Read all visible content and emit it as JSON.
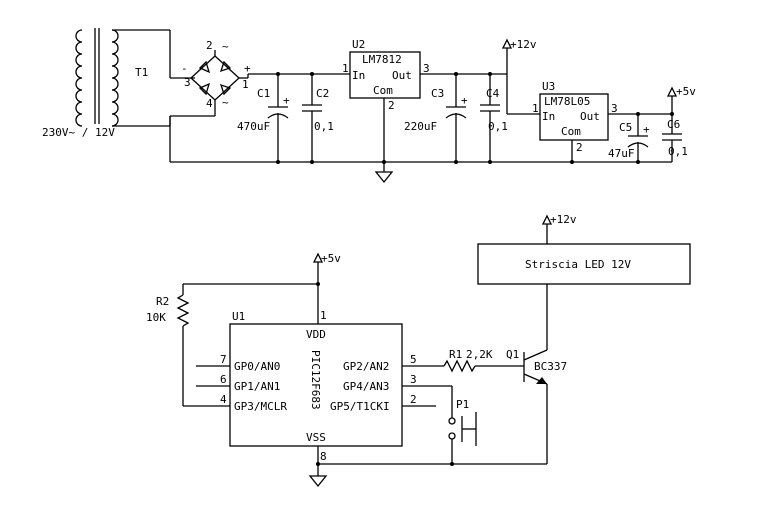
{
  "transformer": {
    "ref": "T1",
    "rating": "230V~ / 12V"
  },
  "bridge": {
    "pins": [
      "2",
      "3",
      "4",
      "1"
    ],
    "minus": "-",
    "plus": "+",
    "ac": "~"
  },
  "c1": {
    "ref": "C1",
    "value": "470uF",
    "polarity": "+"
  },
  "c2": {
    "ref": "C2",
    "value": "0,1"
  },
  "u2": {
    "ref": "U2",
    "part": "LM7812",
    "in": "In",
    "out": "Out",
    "com": "Com",
    "pin_in": "1",
    "pin_out": "3",
    "pin_com": "2"
  },
  "c3": {
    "ref": "C3",
    "value": "220uF",
    "polarity": "+"
  },
  "c4": {
    "ref": "C4",
    "value": "0,1"
  },
  "rail12_top": "+12v",
  "u3": {
    "ref": "U3",
    "part": "LM78L05",
    "in": "In",
    "out": "Out",
    "com": "Com",
    "pin_in": "1",
    "pin_out": "3",
    "pin_com": "2"
  },
  "c5": {
    "ref": "C5",
    "value": "47uF",
    "polarity": "+"
  },
  "c6": {
    "ref": "C6",
    "value": "0,1"
  },
  "rail5_top": "+5v",
  "rail12_bottom": "+12v",
  "led_strip": "Striscia LED 12V",
  "rail5_bottom": "+5v",
  "r2": {
    "ref": "R2",
    "value": "10K"
  },
  "u1": {
    "ref": "U1",
    "part": "PIC12F683",
    "vdd": "VDD",
    "vss": "VSS",
    "pin_vdd": "1",
    "pin_vss": "8",
    "left_pins": [
      {
        "num": "7",
        "label": "GP0/AN0"
      },
      {
        "num": "6",
        "label": "GP1/AN1"
      },
      {
        "num": "4",
        "label": "GP3/MCLR"
      }
    ],
    "right_pins": [
      {
        "num": "5",
        "label": "GP2/AN2"
      },
      {
        "num": "3",
        "label": "GP4/AN3"
      },
      {
        "num": "2",
        "label": "GP5/T1CKI"
      }
    ]
  },
  "r1": {
    "ref": "R1",
    "value": "2,2K"
  },
  "q1": {
    "ref": "Q1",
    "part": "BC337"
  },
  "p1": {
    "ref": "P1"
  }
}
